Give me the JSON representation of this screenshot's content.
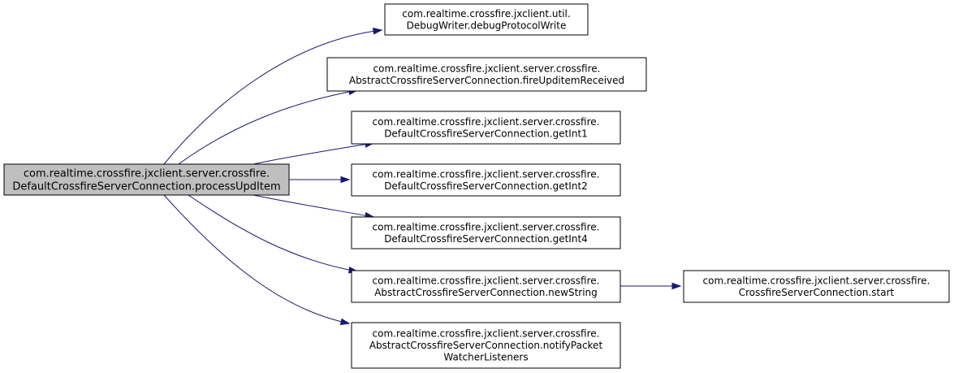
{
  "colors": {
    "root_fill": "#bfbfbf",
    "node_fill": "#ffffff",
    "node_stroke": "#000000",
    "edge": "#191970"
  },
  "nodes": [
    {
      "id": "processUpdItem",
      "lines": [
        "com.realtime.crossfire.jxclient.server.crossfire.",
        "DefaultCrossfireServerConnection.processUpdItem"
      ]
    },
    {
      "id": "debugProtocolWrite",
      "lines": [
        "com.realtime.crossfire.jxclient.util.",
        "DebugWriter.debugProtocolWrite"
      ]
    },
    {
      "id": "fireUpditemReceived",
      "lines": [
        "com.realtime.crossfire.jxclient.server.crossfire.",
        "AbstractCrossfireServerConnection.fireUpditemReceived"
      ]
    },
    {
      "id": "getInt1",
      "lines": [
        "com.realtime.crossfire.jxclient.server.crossfire.",
        "DefaultCrossfireServerConnection.getInt1"
      ]
    },
    {
      "id": "getInt2",
      "lines": [
        "com.realtime.crossfire.jxclient.server.crossfire.",
        "DefaultCrossfireServerConnection.getInt2"
      ]
    },
    {
      "id": "getInt4",
      "lines": [
        "com.realtime.crossfire.jxclient.server.crossfire.",
        "DefaultCrossfireServerConnection.getInt4"
      ]
    },
    {
      "id": "newString",
      "lines": [
        "com.realtime.crossfire.jxclient.server.crossfire.",
        "AbstractCrossfireServerConnection.newString"
      ]
    },
    {
      "id": "notifyPacketWatcherListeners",
      "lines": [
        "com.realtime.crossfire.jxclient.server.crossfire.",
        "AbstractCrossfireServerConnection.notifyPacket",
        "WatcherListeners"
      ]
    },
    {
      "id": "start",
      "lines": [
        "com.realtime.crossfire.jxclient.server.crossfire.",
        "CrossfireServerConnection.start"
      ]
    }
  ],
  "edges": [
    {
      "from": "processUpdItem",
      "to": "debugProtocolWrite"
    },
    {
      "from": "processUpdItem",
      "to": "fireUpditemReceived"
    },
    {
      "from": "processUpdItem",
      "to": "getInt1"
    },
    {
      "from": "processUpdItem",
      "to": "getInt2"
    },
    {
      "from": "processUpdItem",
      "to": "getInt4"
    },
    {
      "from": "processUpdItem",
      "to": "newString"
    },
    {
      "from": "processUpdItem",
      "to": "notifyPacketWatcherListeners"
    },
    {
      "from": "newString",
      "to": "start"
    }
  ]
}
